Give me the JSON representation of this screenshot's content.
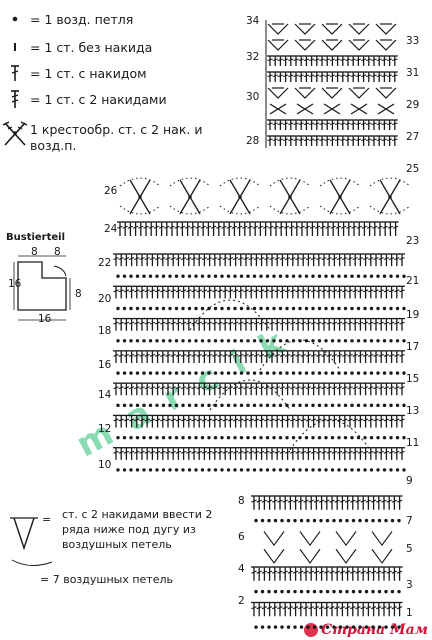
{
  "legend": {
    "items": [
      {
        "symbol": "chain-dot",
        "text": "= 1 возд. петля"
      },
      {
        "symbol": "single-crochet",
        "text": "= 1 ст. без накида"
      },
      {
        "symbol": "double-crochet",
        "text": "= 1 ст. с накидом"
      },
      {
        "symbol": "treble-crochet",
        "text": "= 1 ст. с 2 накидами"
      },
      {
        "symbol": "cross-stitch",
        "text": "1 крестообр. ст. с 2 нак. и возд.п."
      }
    ]
  },
  "schematic": {
    "title": "Bustierteil",
    "dims": {
      "top_left": "8",
      "top_right": "8",
      "left": "16",
      "right": "8",
      "bottom": "16"
    }
  },
  "row_labels": {
    "right": [
      "33",
      "31",
      "29",
      "27",
      "25",
      "23",
      "21",
      "19",
      "17",
      "15",
      "13",
      "11",
      "9",
      "7",
      "5",
      "3",
      "1"
    ],
    "left": [
      "34",
      "32",
      "30",
      "28",
      "26",
      "24",
      "22",
      "20",
      "18",
      "16",
      "14",
      "12",
      "10",
      "8",
      "6",
      "4",
      "2"
    ]
  },
  "notes": {
    "treble_insert": "ст. с 2 накидами ввести 2 ряда ниже под дугу из воздушных петель",
    "treble_eq": "=",
    "chain_count": "= 7 воздушных петель"
  },
  "watermark": "m a r c i k",
  "brand": {
    "name": "Страна Мам",
    "color": "#d2173a"
  },
  "colors": {
    "ink": "#1a1a1a",
    "watermark": "#2cbf74"
  }
}
